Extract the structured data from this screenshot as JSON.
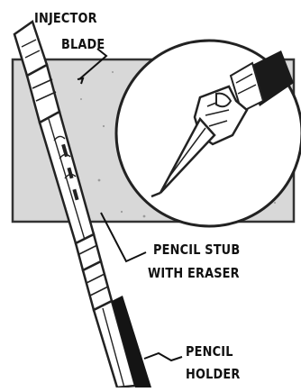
{
  "labels": {
    "injector_blade": [
      "INJECTOR",
      "BLADE"
    ],
    "pencil_stub": [
      "PENCIL STUB",
      "WITH ERASER"
    ],
    "pencil_holder": [
      "PENCIL",
      "HOLDER"
    ]
  }
}
